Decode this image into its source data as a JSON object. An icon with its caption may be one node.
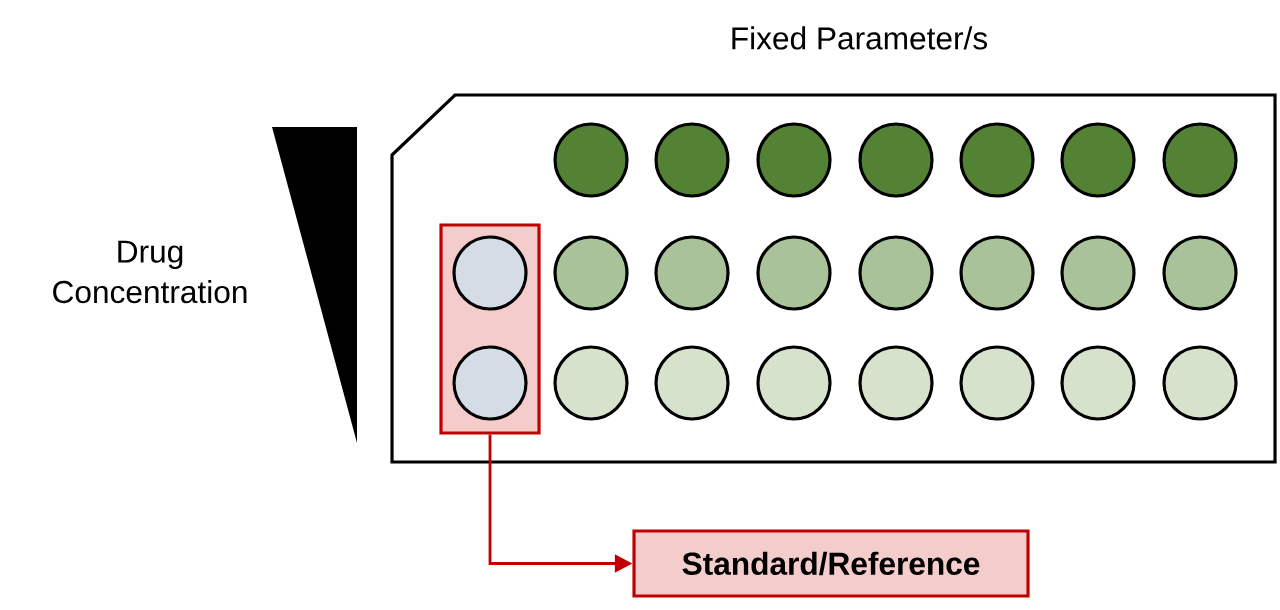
{
  "diagram": {
    "nodes": [
      {
        "text": [],
        "shape": "box"
      },
      {
        "text": [],
        "shape": "circle",
        "in": 0
      },
      {
        "text": [],
        "shape": "circle",
        "in": 0
      },
      {
        "text": [
          "Standard/Reference"
        ]
      }
    ],
    "edges": [
      {
        "from": 0,
        "to": 3,
        "arrow": "to",
        "color": "#c00000"
      }
    ],
    "labels": [
      "Fixed Parameter/s",
      "Drug Concentration"
    ]
  }
}
